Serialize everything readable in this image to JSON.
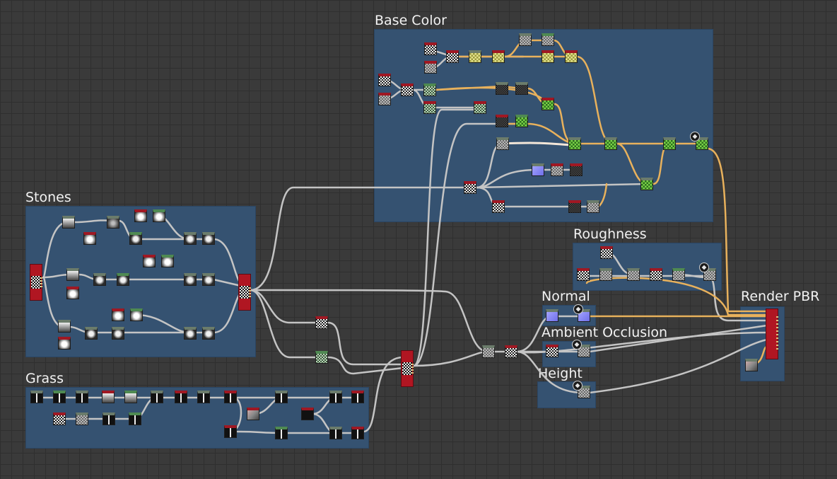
{
  "frames": [
    {
      "id": "base-color",
      "title": "Base Color"
    },
    {
      "id": "stones",
      "title": "Stones"
    },
    {
      "id": "roughness",
      "title": "Roughness"
    },
    {
      "id": "normal",
      "title": "Normal"
    },
    {
      "id": "ambient-occlusion",
      "title": "Ambient Occlusion"
    },
    {
      "id": "height",
      "title": "Height"
    },
    {
      "id": "render-pbr",
      "title": "Render PBR"
    },
    {
      "id": "grass",
      "title": "Grass"
    }
  ],
  "colors": {
    "canvas": "#3a3a3a",
    "frame": "#355271",
    "wire_default": "#c4c4c4",
    "wire_color": "#e8b15c",
    "wire_highlight": "#f3e6d8",
    "node_header": "#a01823",
    "output_node": "#b01622"
  },
  "icons": [
    "output-pin-icon"
  ]
}
